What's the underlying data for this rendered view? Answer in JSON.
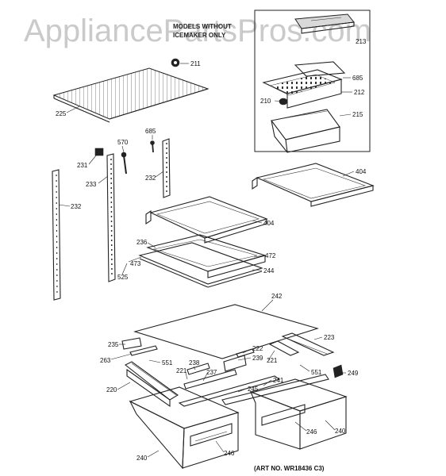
{
  "watermark": "AppliancePartsPros.com",
  "inset_note_line1": "MODELS WITHOUT",
  "inset_note_line2": "ICEMAKER ONLY",
  "art_number": "(ART NO. WR18436 C3)",
  "part_labels": {
    "p213": "213",
    "p211": "211",
    "p685a": "685",
    "p212": "212",
    "p210": "210",
    "p215": "215",
    "p225": "225",
    "p570": "570",
    "p685b": "685",
    "p231": "231",
    "p233": "233",
    "p232a": "232",
    "p232b": "232",
    "p404a": "404",
    "p404b": "404",
    "p236": "236",
    "p472": "472",
    "p473": "473",
    "p525": "525",
    "p244": "244",
    "p242": "242",
    "p223": "223",
    "p235": "235",
    "p222": "222",
    "p263": "263",
    "p551a": "551",
    "p238": "238",
    "p239": "239",
    "p221a": "221",
    "p221b": "221",
    "p237": "237",
    "p551b": "551",
    "p249": "249",
    "p220": "220",
    "p241": "241",
    "p245": "245",
    "p246a": "246",
    "p246b": "246",
    "p240a": "240",
    "p240b": "240"
  }
}
